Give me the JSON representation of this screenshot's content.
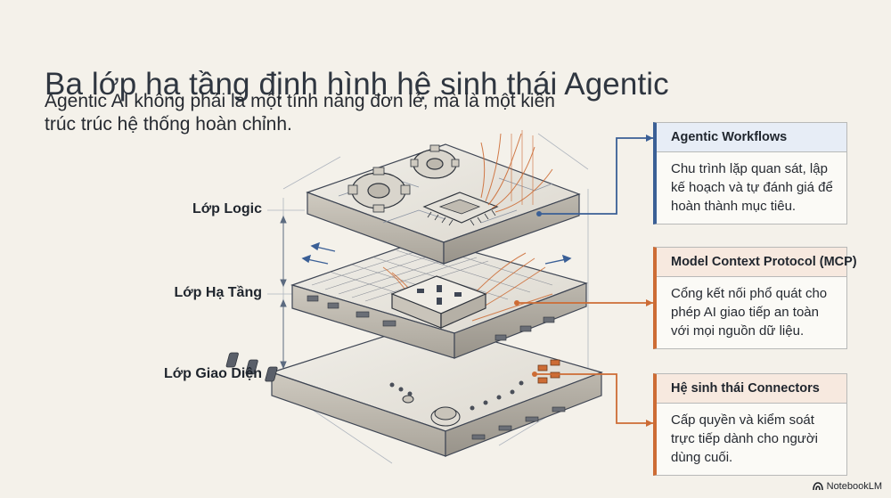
{
  "title": "Ba lớp hạ tầng định hình hệ sinh thái Agentic",
  "subtitle": "Agentic AI không phải là một tính năng đơn lẻ, mà là một kiến trúc trúc hệ thống hoàn chỉnh.",
  "layers": {
    "logic": "Lớp Logic",
    "infra": "Lớp Hạ Tầng",
    "interface": "Lớp Giao Diện"
  },
  "cards": [
    {
      "title": "Agentic Workflows",
      "body": "Chu trình lặp quan sát, lập kế hoạch và tự đánh giá để hoàn thành mục tiêu."
    },
    {
      "title": "Model Context Protocol (MCP)",
      "body": "Cổng kết nối phổ quát cho phép AI giao tiếp an toàn với mọi nguồn dữ liệu."
    },
    {
      "title": "Hệ sinh thái Connectors",
      "body": "Cấp quyền và kiểm soát trực tiếp dành cho người dùng cuối."
    }
  ],
  "brand": "NotebookLM",
  "colors": {
    "accent_blue": "#3a5f96",
    "accent_orange": "#cd6c35",
    "background": "#f4f1ea"
  }
}
